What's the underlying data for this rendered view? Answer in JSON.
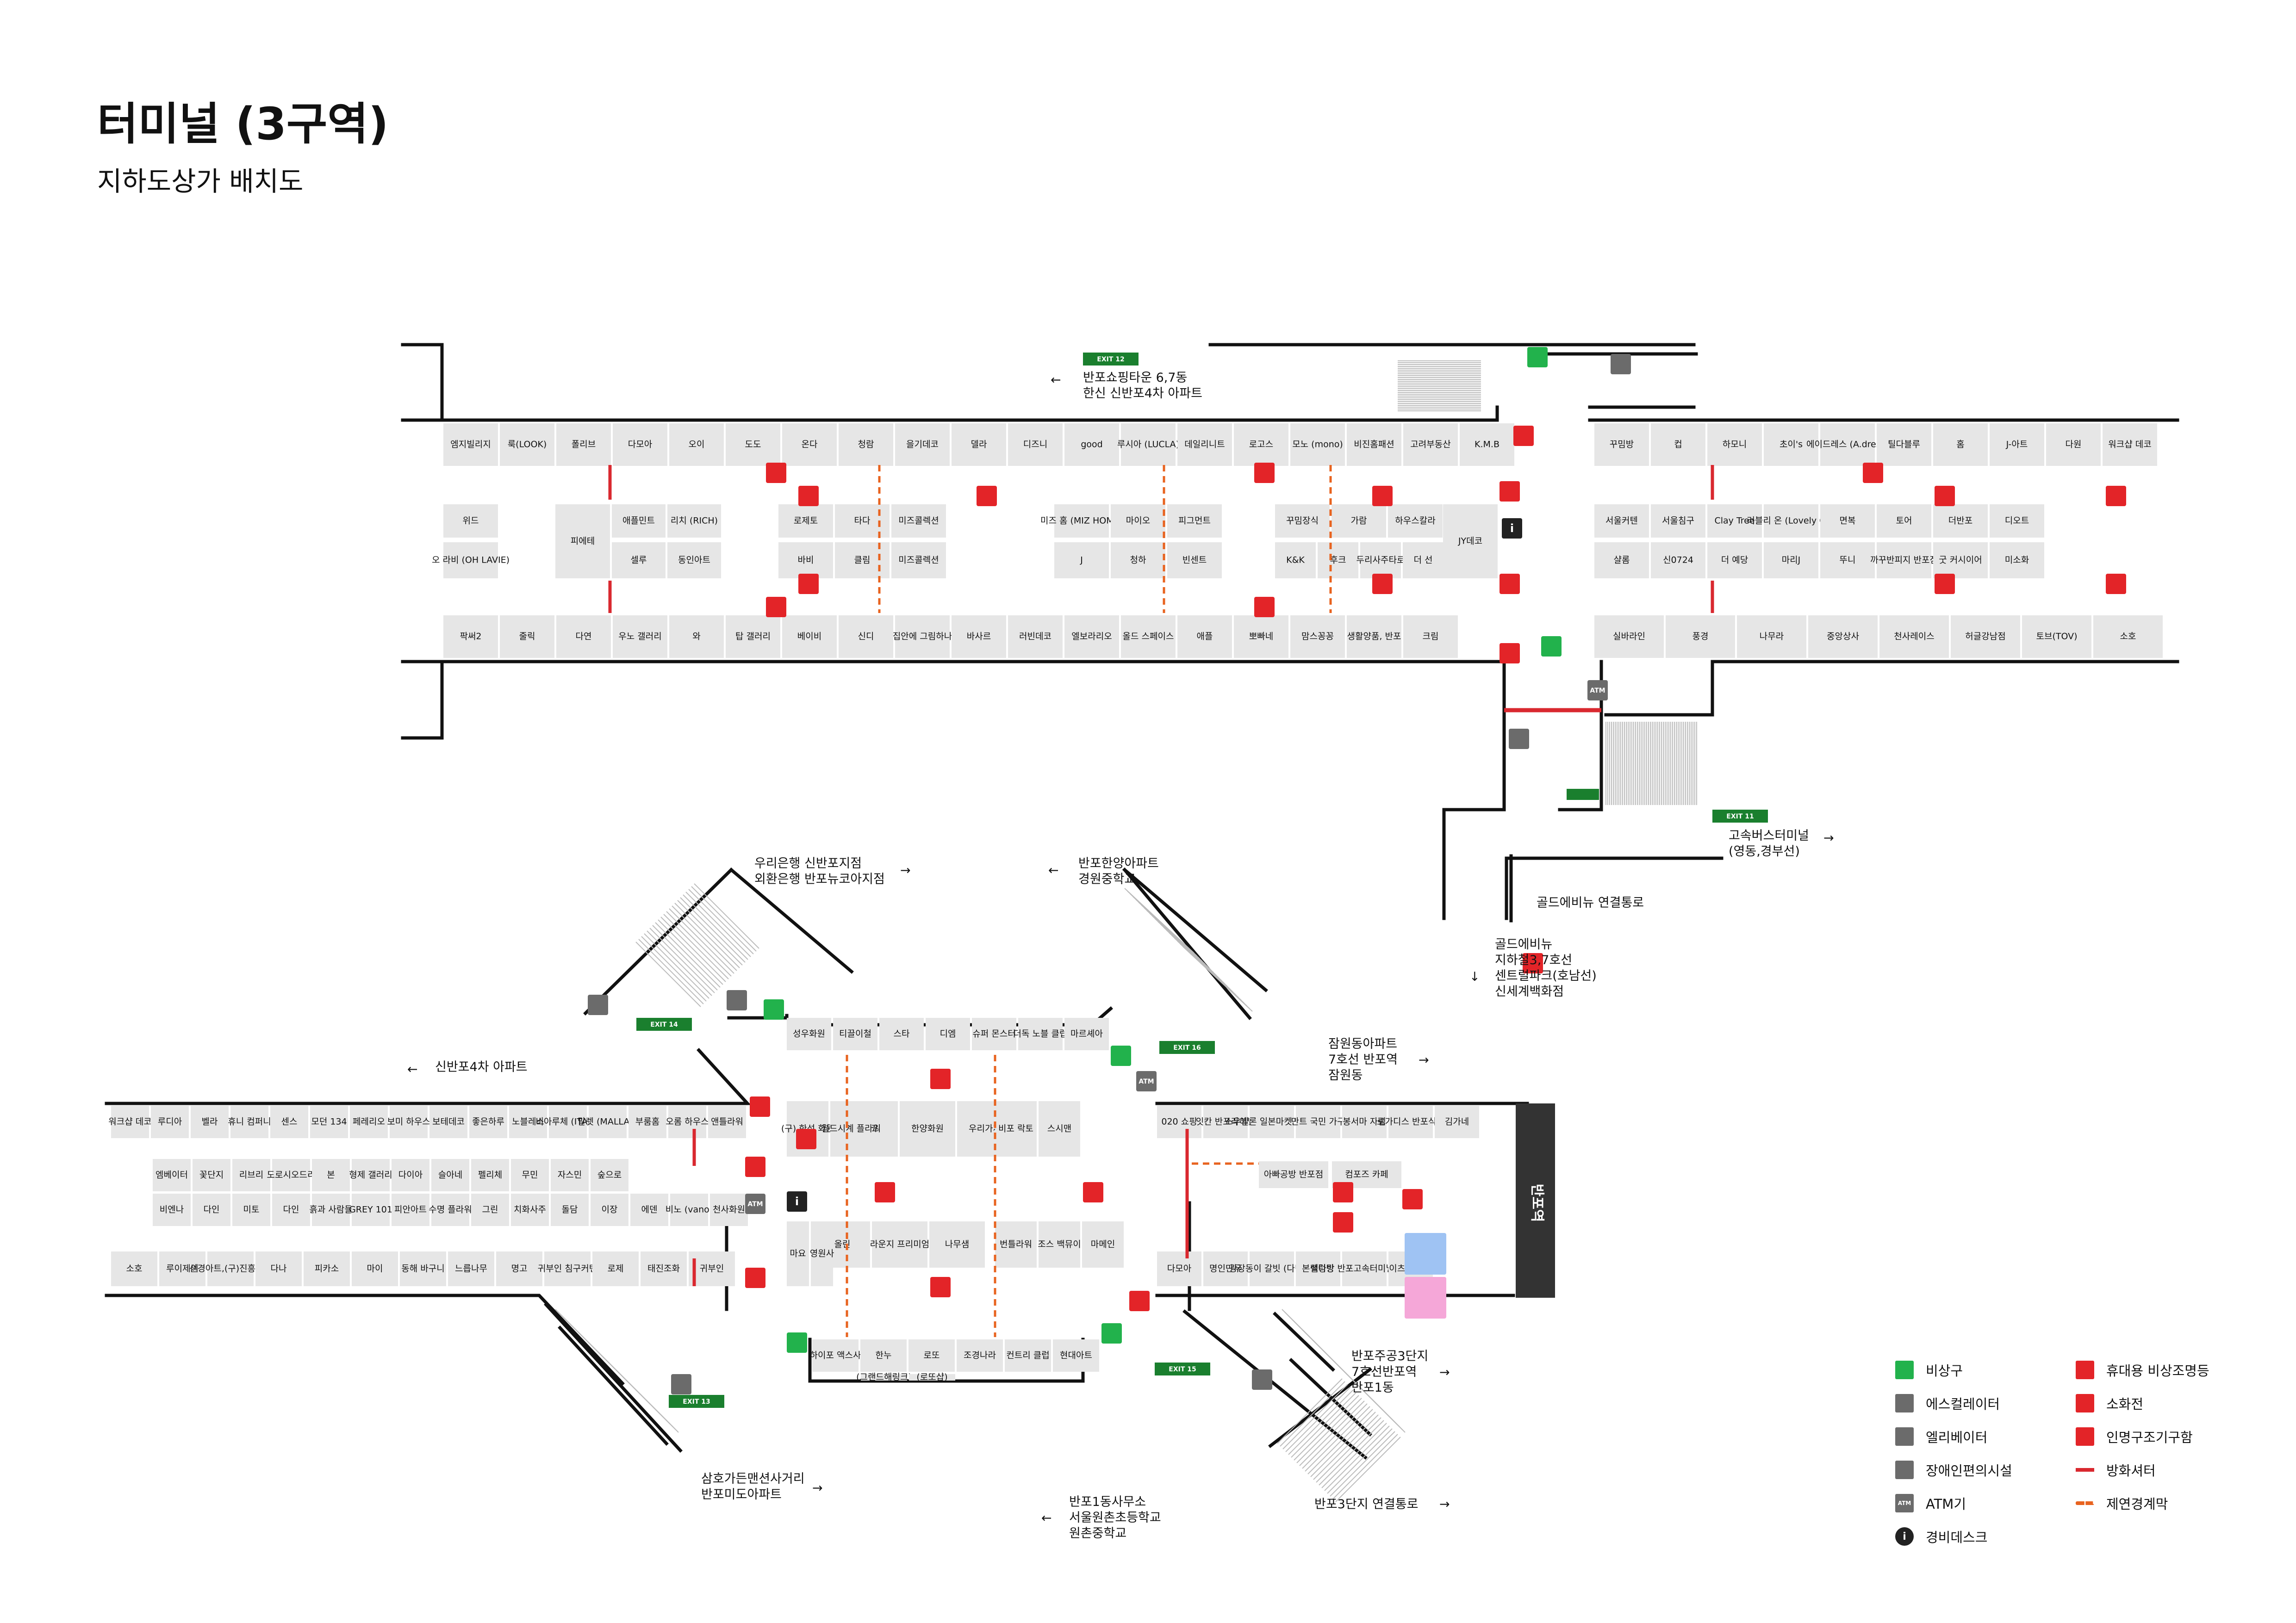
{
  "title": "터미널 (3구역)",
  "subtitle": "지하도상가 배치도",
  "colors": {
    "shop": "#e6e6e6",
    "wall": "#111111",
    "exit_green": "#22b24c",
    "exit_tag": "#1a7f2e",
    "fire_red": "#e32428",
    "gray_icon": "#6b6b6b",
    "shutter_red": "#d9282f",
    "partition_orange": "#e8631f",
    "disabled_restroom_blue": "#9fc3f3",
    "restroom_pink": "#f5a7d8",
    "dark_block": "#333333"
  },
  "upper": {
    "row1_left": [
      "엠지빌리지",
      "룩(LOOK)",
      "폴리브",
      "다모아",
      "오이",
      "도도",
      "온다",
      "청람",
      "을기데코",
      "델라",
      "디즈니",
      "good",
      "루시아 (LUCLA)",
      "데일리니트",
      "로고스",
      "모노 (mono)",
      "비진홈패션",
      "고려부동산",
      "K.M.B"
    ],
    "row2_left": [
      "위드",
      "애플민트",
      "리치 (RICH)",
      "로제토",
      "타다",
      "미즈콜렉션",
      "미즈 홈 (MIZ HOME)",
      "마이오",
      "피그먼트",
      "꾸밈장식",
      "가람",
      "하우스칼라",
      "JY데코"
    ],
    "row3_left": [
      "오 라비 (OH LAVIE)",
      "셀루",
      "동인아트",
      "바비",
      "클림",
      "미즈콜렉션",
      "J",
      "청하",
      "빈센트",
      "K&K",
      "후크",
      "두리사주타로",
      "더 선"
    ],
    "tall_left": [
      "피에테"
    ],
    "row4_left": [
      "팍써2",
      "줄릭",
      "다연",
      "우노 갤러리",
      "와",
      "탑 갤러리",
      "베이비",
      "신디",
      "집안에 그림하나",
      "바사르",
      "러빈데코",
      "엘보라리오",
      "올드 스페이스",
      "애플",
      "뽀빠네",
      "맘스꽁꽁",
      "생활양품, 반포",
      "크림"
    ],
    "row1_right": [
      "꾸밈방",
      "컵",
      "하모니",
      "초이's",
      "에이드레스 (A.dress)",
      "틸다블루",
      "홈",
      "J-아트",
      "다원",
      "워크샵 데코"
    ],
    "row2_right": [
      "서울커텐",
      "서울침구",
      "Clay Tree",
      "러블리 온 (Lovely On)",
      "면복",
      "토어",
      "더반포",
      "디오트"
    ],
    "row3_right": [
      "샬롬",
      "신0724",
      "더 예당",
      "마리J",
      "뚜니",
      "까꾸반피지 반포점",
      "굿 커시이어",
      "미소화"
    ],
    "row4_right": [
      "실바라인",
      "풍경",
      "나무라",
      "중앙상사",
      "천사레이스",
      "허글강남점",
      "토브(TOV)",
      "소호"
    ]
  },
  "lower": {
    "left_row1": [
      "워크샵 데코",
      "루디아",
      "벨라",
      "휴니 컴퍼니",
      "센스",
      "모던 134",
      "페레리오",
      "보미 하우스",
      "보테데코",
      "좋은하루",
      "노블레스",
      "비아루체 (ITALY)",
      "말렛 (MALLAT)",
      "부룸홈",
      "오롬 하우스",
      "앤틀라워"
    ],
    "left_row2": [
      "엠베이터",
      "꽃단지",
      "리브리",
      "도로시오드리",
      "본",
      "형제 갤러리",
      "다이아",
      "슬아네",
      "펠리체",
      "무민",
      "자스민",
      "숲으로"
    ],
    "left_row3": [
      "비엔나",
      "다인",
      "미토",
      "다인",
      "흙과 사람들",
      "GREY 101",
      "피안아트",
      "수명 플라워",
      "그린",
      "치화사주",
      "돌담",
      "이장",
      "에덴",
      "비노 (vano)",
      "천사화원"
    ],
    "left_row4": [
      "소호",
      "루이제이",
      "선경아트,(구)진흥조화",
      "다나",
      "피카소",
      "마이",
      "동해 바구니",
      "느릅나무",
      "명고",
      "귀부인 침구커텐",
      "로제",
      "태진조화",
      "귀부인"
    ],
    "center_top": [
      "성우화원",
      "티끌이철",
      "스타",
      "디엠",
      "슈퍼 몬스터",
      "더독 노블 클럽",
      "마르셰아"
    ],
    "center_mid": [
      "데코",
      "한양화원",
      "우리가게",
      "비포 락토",
      "스시맨",
      "올린",
      "라운지 프리미엄",
      "나무샘",
      "번틀라워",
      "조스 백뮤이",
      "마메인"
    ],
    "center_small": [
      "(구) 한성 화원",
      "월드시계 플라워"
    ],
    "center_side": [
      "마요",
      "영원사"
    ],
    "center_bottom": [
      "하이포 액스사",
      "한누",
      "로또",
      "조경나라",
      "컨트리 클럽",
      "현대아트"
    ],
    "center_bottom_small": [
      "(그랜드해링크)",
      "(로또샵)"
    ],
    "right_row1": [
      "020 쇼핑",
      "잇칸 반포라이벌",
      "소우빌론 일본마켓 반포점",
      "만트 국민 가구",
      "봉서마 자림",
      "로가디스 반포식품",
      "김가네"
    ],
    "right_mid": [
      "아빠공방 반포점",
      "컴포즈 카페"
    ],
    "right_row4": [
      "다모아",
      "명인만두",
      "광장동이 갈빗 (다년점)",
      "본설렁탕",
      "백다방 반포고속터미널 2호점",
      "이츠 브레드"
    ]
  },
  "exits": [
    "EXIT 12",
    "EXIT 11",
    "EXIT 14",
    "EXIT 16",
    "EXIT 13",
    "EXIT 15"
  ],
  "directions": {
    "d12": [
      "반포쇼핑타운 6,7동",
      "한신 신반포4차 아파트"
    ],
    "d11": [
      "고속버스터미널",
      "(영동,경부선)"
    ],
    "gold_conn": "골드에비뉴 연결통로",
    "gold": [
      "골드에비뉴",
      "지하철3,7호선",
      "센트럴파크(호남선)",
      "신세계백화점"
    ],
    "woori": [
      "우리은행 신반포지점",
      "외환은행 반포뉴코아지점"
    ],
    "hanyang": [
      "반포한양아파트",
      "경원중학교"
    ],
    "apt4": "신반포4차 아파트",
    "jamwon": [
      "잠원동아파트",
      "7호선 반포역",
      "잠원동"
    ],
    "jugong": [
      "반포주공3단지",
      "7호선반포역",
      "반포1동"
    ],
    "samho": [
      "삼호가든맨션사거리",
      "반포미도아파트"
    ],
    "banpo1": [
      "반포1동사무소",
      "서울원촌초등학교",
      "원촌중학교"
    ],
    "banpo3": "반포3단지 연결통로",
    "banpo_station": "반포역"
  },
  "arrows": {
    "left": "←",
    "right": "→",
    "down": "↓"
  },
  "icons": {
    "atm": "ATM",
    "info": "i",
    "emergency_exit": "running-person",
    "escalator": "escalator",
    "elevator": "elevator",
    "accessible": "wheelchair",
    "restroom": "restroom",
    "fire_extinguisher": "extinguisher",
    "emergency_light": "flashlight",
    "rescue": "gas-mask",
    "subway": "subway-train"
  },
  "legend": {
    "left": [
      "비상구",
      "에스컬레이터",
      "엘리베이터",
      "장애인편의시설",
      "ATM기",
      "경비데스크"
    ],
    "right": [
      "휴대용 비상조명등",
      "소화전",
      "인명구조기구함",
      "방화셔터",
      "제연경계막"
    ],
    "atm_text": "ATM",
    "info_text": "i"
  }
}
